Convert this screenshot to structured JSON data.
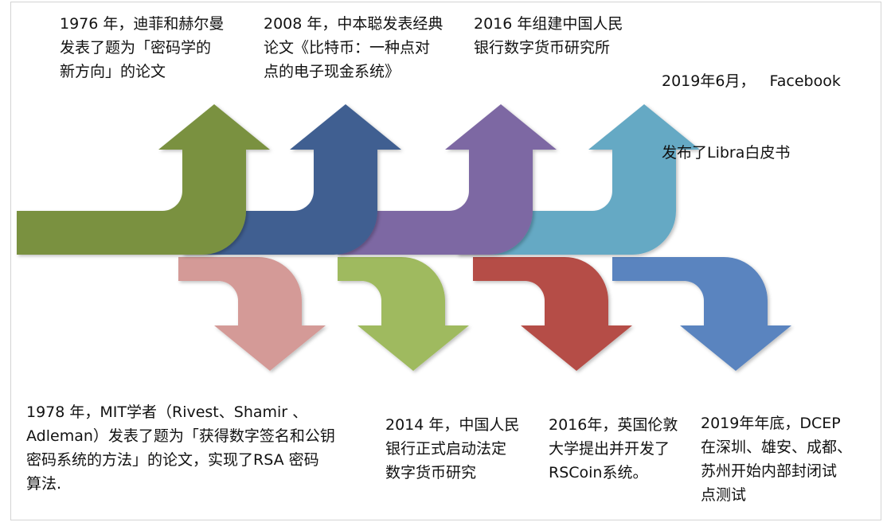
{
  "colors": {
    "arrow_1976": "#7a9140",
    "arrow_1978": "#d49a97",
    "arrow_2008": "#3f5f91",
    "arrow_2014": "#9fba5e",
    "arrow_2016_pboc": "#7d68a3",
    "arrow_2016_rscoin": "#b54e47",
    "arrow_2019_libra": "#65a9c4",
    "arrow_2019_dcep": "#5a84bf",
    "text": "#111111",
    "frame_border": "#d4d4d4"
  },
  "events": {
    "e1976": {
      "lines": [
        "1976 年，迪菲和赫尔曼",
        "发表了题为「密码学的",
        "新方向」的论文"
      ]
    },
    "e2008": {
      "lines": [
        "2008 年，中本聪发表经典",
        "论文《比特币：一种点对",
        "点的电子现金系统》"
      ]
    },
    "e2016a": {
      "lines": [
        "2016 年组建中国人民",
        "银行数字货币研究所"
      ]
    },
    "e2019a": {
      "lines": [
        "2019年6月，   Facebook",
        "发布了Libra白皮书"
      ]
    },
    "e1978": {
      "lines": [
        "1978 年，MIT学者（Rivest、Shamir 、",
        "Adleman）发表了题为「获得数字签名和公钥",
        "密码系统的方法」的论文，实现了RSA 密码",
        "算法."
      ]
    },
    "e2014": {
      "lines": [
        "2014 年，中国人民",
        "银行正式启动法定",
        "数字货币研究"
      ]
    },
    "e2016b": {
      "lines": [
        "2016年，英国伦敦",
        "大学提出并开发了",
        "RSCoin系统。"
      ]
    },
    "e2019b": {
      "lines": [
        "2019年年底，DCEP",
        "在深圳、雄安、成都、",
        "苏州开始内部封闭试",
        "点测试"
      ]
    }
  }
}
